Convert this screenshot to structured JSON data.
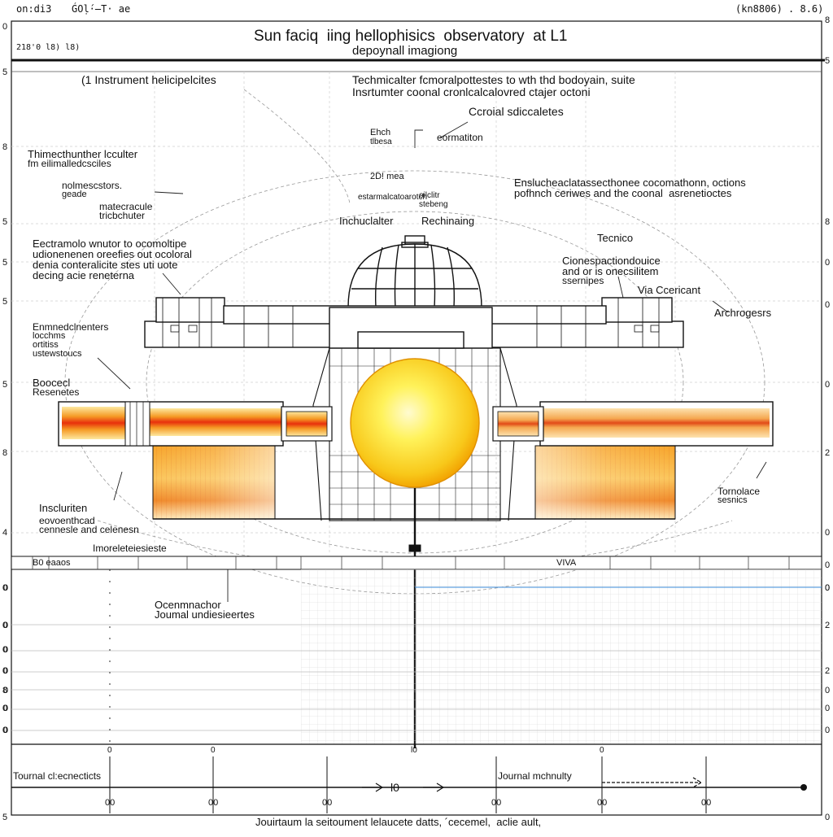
{
  "header": {
    "top_left_a": "on:di3",
    "top_left_b": "ǴOḷ́·̶Τ· ae",
    "top_right": "(kn8806) . 8.6)",
    "id_code": "218'0 l8) l8)",
    "title": "Sun faciq  iing hellophisics  observatory  at L1",
    "subtitle": "depoynall imagiong"
  },
  "edge_marks": {
    "left": [
      "0",
      "5",
      "8",
      "5",
      "5",
      "5",
      "5",
      "8",
      "4",
      "0",
      "0",
      "0",
      "0",
      "8",
      "0",
      "0",
      "5"
    ],
    "right": [
      "8",
      "5",
      "8",
      "0",
      "0",
      "0",
      "2",
      "0",
      "0",
      "0",
      "2",
      "2",
      "0",
      "0",
      "0",
      "0"
    ]
  },
  "annotations": {
    "instrument_heading": "(1 Instrument helicipelcites",
    "technical_line1": "Techmicalter fcmoralpottestes to wth thd bodoyain, suite",
    "technical_line2": "Insrtumter coonal cronlcalcalovred ctajer octoni",
    "coronal_subsystems": "Ccroial sdiccaletes",
    "beam_a": "Ehch",
    "beam_b": "tlbesa",
    "formation": "eormatiton",
    "left_block_1": "Thimecthunther lcculter",
    "left_block_2": "fm eilimalledcsciles",
    "left_nested_1": "nolmescstors.",
    "left_nested_2": "geade",
    "left_nested_3": "matecracule",
    "left_nested_4": "tricbchuter",
    "center_a": "2D! mea",
    "center_b": "oilclitr",
    "center_c": "stebeng",
    "center_d": "estarmalcatoarotch",
    "right_block_1": "Enslucheaclatassecthonee cocomathonn, octions",
    "right_block_2": "pofhnch ceriwes and the coonal  asrenetioctes",
    "inchuclalter": "Inchuclalter",
    "rechinaing": "Rechinaing",
    "tecnico": "Tecnico",
    "left_para_1": "Eectramolo wnutor to ocomoltipe",
    "left_para_2": "udionenenen oreefies out ocoloral",
    "left_para_3": "denia conteralicite stes uti uote",
    "left_para_4": "decing acie reneterna",
    "right_para_1": "Cionespactiondouice",
    "right_para_2": "and or is onecsilitem",
    "right_para_3": "ssernipes",
    "via_ccericant": "Via Ccericant",
    "archrogesrs": "Archrogesrs",
    "emm_1": "Enmnedclnenters",
    "emm_2": "locchms",
    "emm_3": "ortitiss",
    "emm_4": "ustewstoucs",
    "boocal_1": "Boocecl",
    "boocal_2": "Resenetes",
    "inscluriten": "Inscluriten",
    "eovosen_1": "eovoenthcad",
    "eovosen_2": "cennesle and celenesn",
    "imoreleta": "Imoreleteiesieste",
    "tornolace_1": "Tornolace",
    "tornolace_2": "sesnics"
  },
  "timeline": {
    "ruler_label": "B0 eaaos",
    "ruler_mid": "VIVA",
    "journal_title_1": "Ocenmnachor",
    "journal_title_2": "Joumal undiesieertes",
    "y_ticks": [
      "0",
      "0",
      "0",
      "0",
      "0",
      "0",
      "0",
      "0"
    ],
    "x_ticks": [
      "0",
      "0",
      "l0",
      "0"
    ]
  },
  "journal_axis": {
    "left_label": "Tournal cl:ecnecticts",
    "center_label": "l0",
    "right_label": "Journal mchnulty",
    "bottom_ticks": [
      "00",
      "00",
      "00",
      "00",
      "00",
      "00"
    ],
    "footer": "Jouirtaum la seitoument lelaucete datts, ´cecemel,  aclie ault,"
  },
  "colors": {
    "sun_core": "#fff25a",
    "sun_edge": "#f2a000",
    "heat_hot": "#e8300c",
    "heat_mid": "#f59a24",
    "heat_cool": "#fde8a0",
    "line": "#111111",
    "grid": "#c9c9c9"
  }
}
